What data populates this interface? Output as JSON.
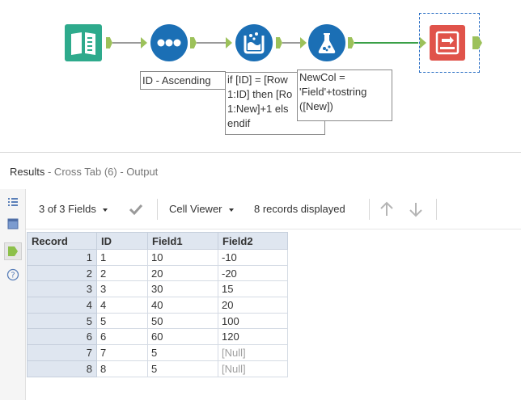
{
  "canvas": {
    "annotations": {
      "sort": "ID - Ascending",
      "multirow": "if [ID] = [Row\n1:ID] then [Ro\n1:New]+1 els\nendif",
      "formula": "NewCol =\n'Field'+tostring\n([New])"
    },
    "colors": {
      "input_tool": "#2eaa8c",
      "sort_tool": "#1b6fb5",
      "multirow_tool": "#1b6fb5",
      "formula_tool": "#1b6fb5",
      "crosstab_tool": "#e0534a",
      "connector": "#9cc15a",
      "connector_active": "#3aa047"
    },
    "icons": [
      "book-input-icon",
      "sort-dots-icon",
      "multirow-formula-icon",
      "formula-flask-icon",
      "crosstab-icon"
    ]
  },
  "results": {
    "title": "Results",
    "subtitle": "- Cross Tab (6) - Output"
  },
  "toolbar": {
    "fields_label": "3 of 3 Fields",
    "cell_viewer_label": "Cell Viewer",
    "records_label": "8 records displayed"
  },
  "table": {
    "columns": [
      "Record",
      "ID",
      "Field1",
      "Field2"
    ],
    "rows": [
      [
        "1",
        "1",
        "10",
        "-10"
      ],
      [
        "2",
        "2",
        "20",
        "-20"
      ],
      [
        "3",
        "3",
        "30",
        "15"
      ],
      [
        "4",
        "4",
        "40",
        "20"
      ],
      [
        "5",
        "5",
        "50",
        "100"
      ],
      [
        "6",
        "6",
        "60",
        "120"
      ],
      [
        "7",
        "7",
        "5",
        "[Null]"
      ],
      [
        "8",
        "8",
        "5",
        "[Null]"
      ]
    ]
  }
}
